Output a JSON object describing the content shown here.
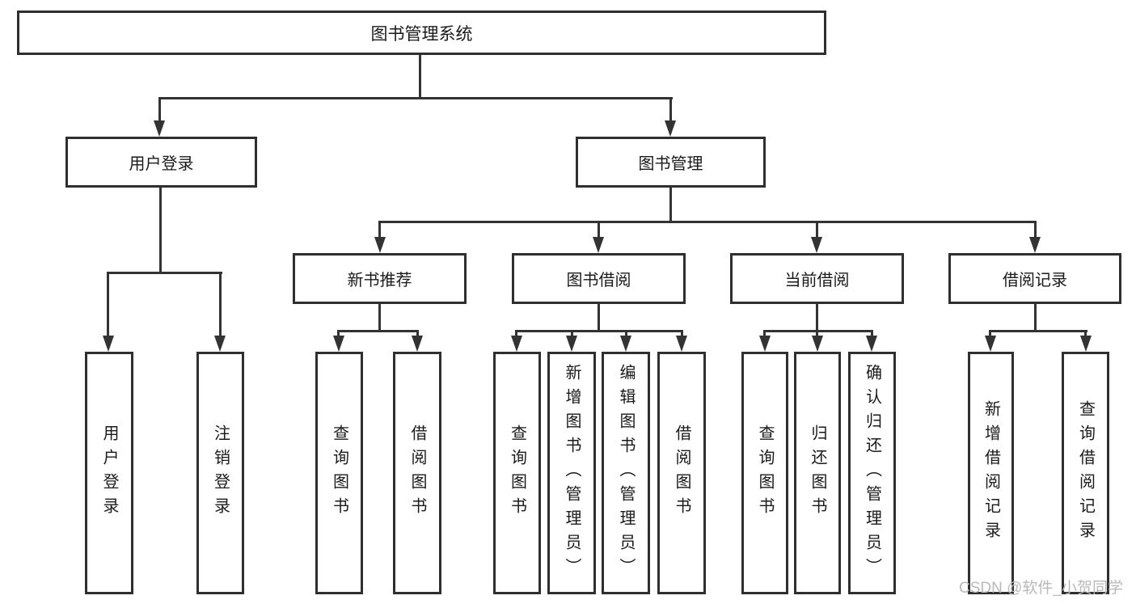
{
  "diagram": {
    "title": "图书管理系统",
    "level2": {
      "user_login": "用户登录",
      "book_mgmt": "图书管理"
    },
    "level3": {
      "new_books": "新书推荐",
      "book_borrow": "图书借阅",
      "current_borrow": "当前借阅",
      "borrow_records": "借阅记录"
    },
    "leaves": {
      "user_login": [
        "用户登录",
        "注销登录"
      ],
      "new_books": [
        "查询图书",
        "借阅图书"
      ],
      "book_borrow": [
        "查询图书",
        "新增图书（管理员）",
        "编辑图书（管理员）",
        "借阅图书"
      ],
      "current_borrow": [
        "查询图书",
        "归还图书",
        "确认归还（管理员）"
      ],
      "borrow_records": [
        "新增借阅记录",
        "查询借阅记录"
      ]
    }
  },
  "watermark": "CSDN @软件_小贺同学",
  "colors": {
    "line": "#333333",
    "box_border": "#2f2f2f",
    "text": "#1a1a1a",
    "watermark_text": "#b9b9b9",
    "background": "#ffffff"
  }
}
